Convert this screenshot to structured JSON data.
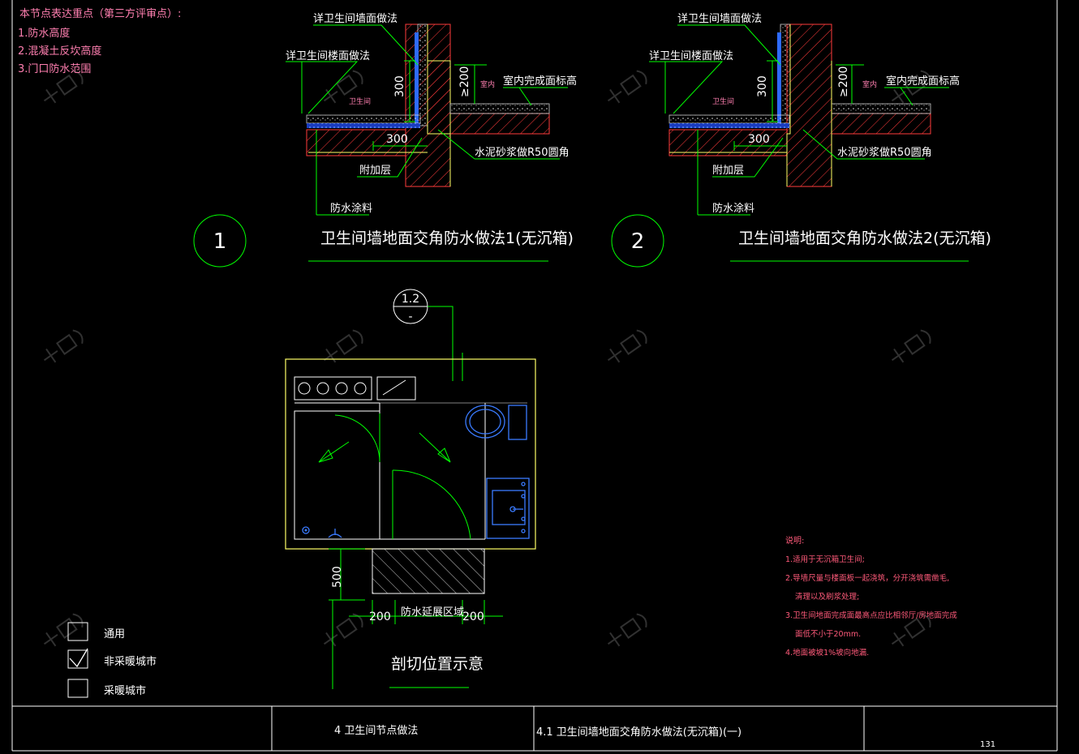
{
  "review_points": {
    "title": "本节点表达重点（第三方评审点）:",
    "items": [
      "1.防水高度",
      "2.混凝土反坎高度",
      "3.门口防水范围"
    ]
  },
  "detail1": {
    "wall_label": "详卫生间墙面做法",
    "floor_label": "详卫生间楼面做法",
    "height_300": "300",
    "height_200": "≥200",
    "room_indoor": "室内",
    "finish_level": "室内完成面标高",
    "room_bath": "卫生间",
    "width_300": "300",
    "mortar_label": "水泥砂浆做R50圆角",
    "extra_layer": "附加层",
    "coating": "防水涂料",
    "number": "1",
    "title": "卫生间墙地面交角防水做法1(无沉箱)"
  },
  "detail2": {
    "wall_label": "详卫生间墙面做法",
    "floor_label": "详卫生间楼面做法",
    "height_300": "300",
    "height_200": "≥200",
    "room_indoor": "室内",
    "finish_level": "室内完成面标高",
    "room_bath": "卫生间",
    "width_300": "300",
    "mortar_label": "水泥砂浆做R50圆角",
    "extra_layer": "附加层",
    "coating": "防水涂料",
    "number": "2",
    "title": "卫生间墙地面交角防水做法2(无沉箱)"
  },
  "plan": {
    "section_top": "1.2",
    "section_bottom": "-",
    "dim_500": "500",
    "dim_200_left": "200",
    "dim_200_right": "200",
    "extension_label": "防水延展区域",
    "title": "剖切位置示意"
  },
  "legend": [
    {
      "label": "通用",
      "checked": false
    },
    {
      "label": "非采暖城市",
      "checked": true
    },
    {
      "label": "采暖城市",
      "checked": false
    }
  ],
  "notes": {
    "title": "说明:",
    "items": [
      "1.适用于无沉箱卫生间;",
      "2.导墙尺量与楼面板一起浇筑，分开浇筑需凿毛,",
      "清理以及刷浆处理;",
      "3.卫生间地面完成面最高点应比相邻厅/房地面完成",
      "面低不小于20mm.",
      "4.地面被坡1%坡向地漏."
    ]
  },
  "title_block": {
    "chapter": "4  卫生间节点做法",
    "drawing_title": "4.1  卫生间墙地面交角防水做法(无沉箱)(一)",
    "page": "131"
  },
  "watermark": "知见鸟",
  "colors": {
    "border": "#ffffff",
    "leader": "#00ff00",
    "concrete_hatch": "#ff3b3b",
    "waterproof": "#2e6bff",
    "outline": "#ffff66",
    "fixture": "#3a7bff",
    "review_text": "#ff7fb0",
    "notes_text": "#ff5a7a"
  }
}
